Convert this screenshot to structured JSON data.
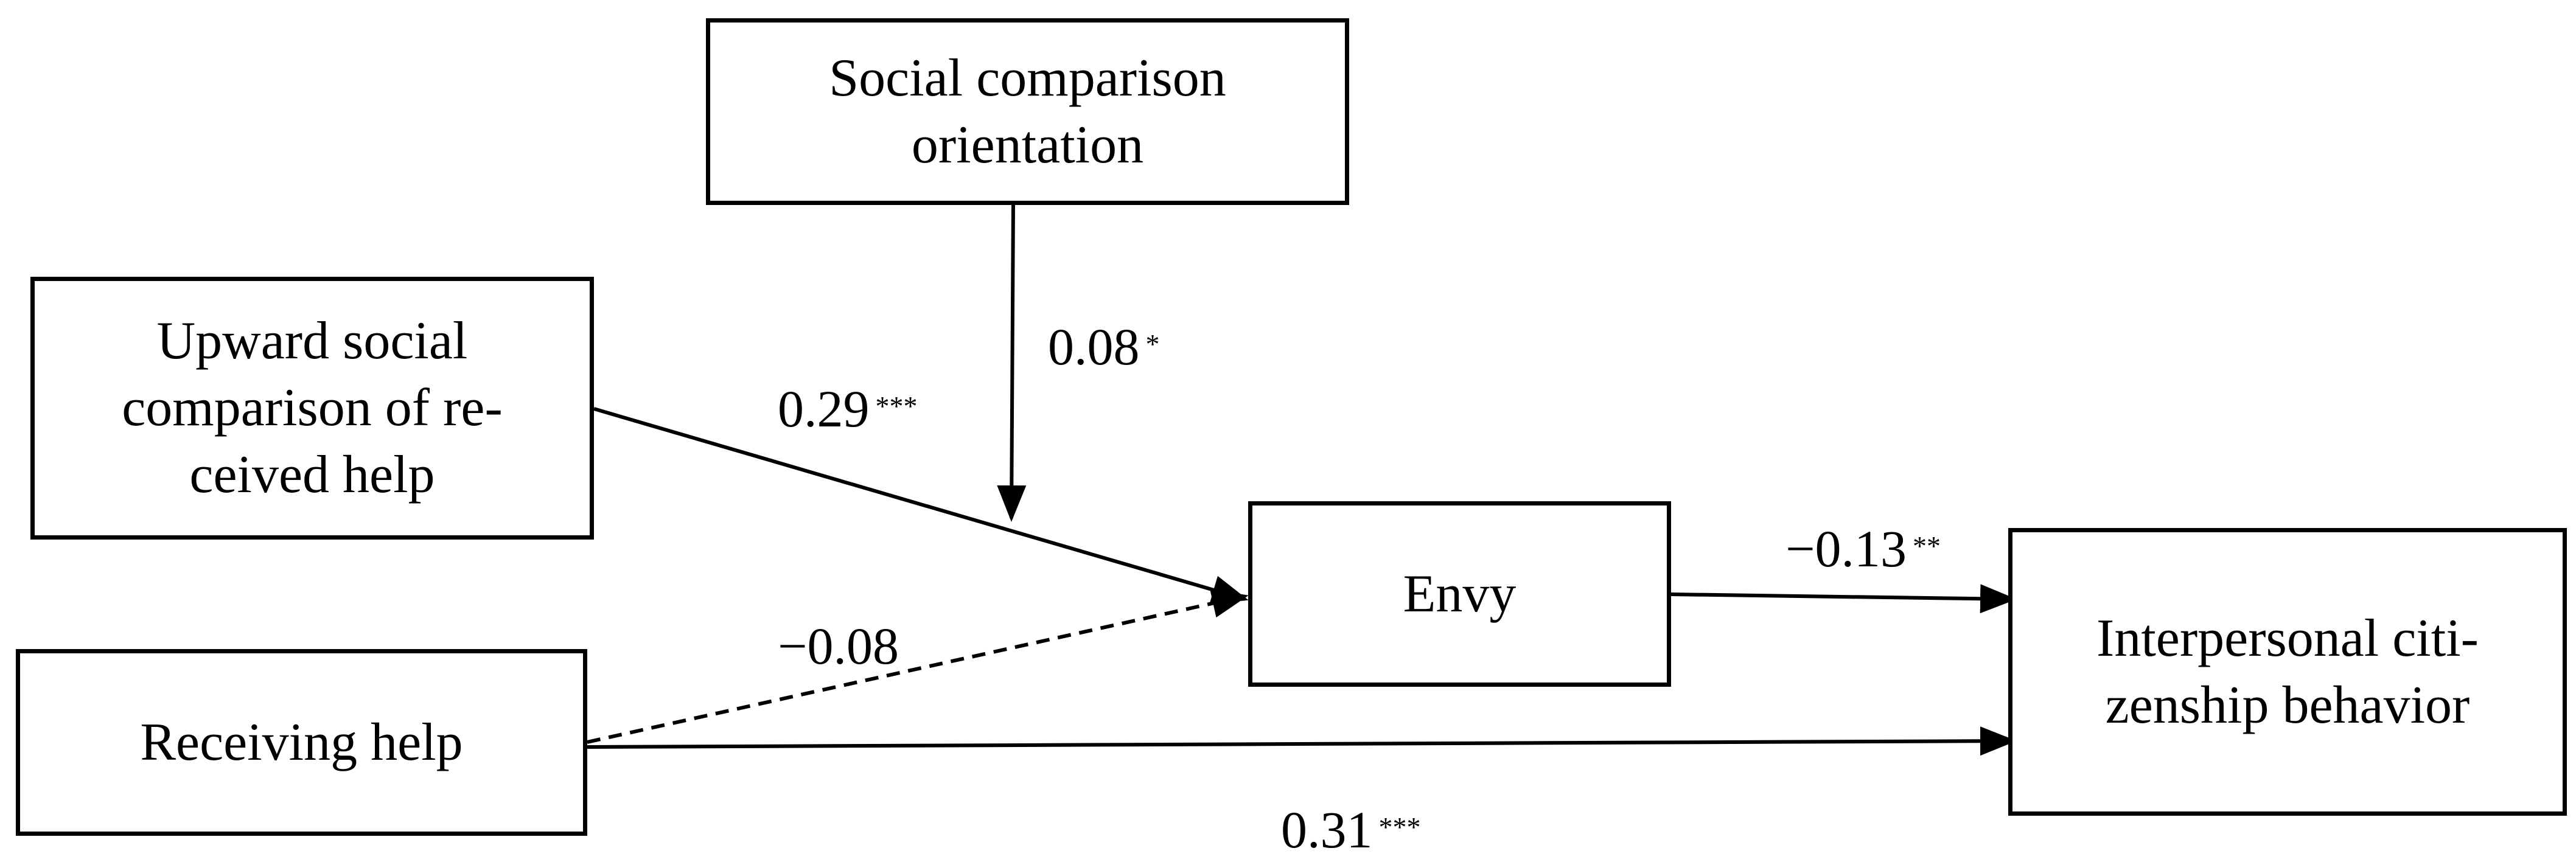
{
  "nodes": {
    "social_comparison_orientation": {
      "lines": [
        "Social comparison",
        "orientation"
      ]
    },
    "upward_social_comparison": {
      "lines": [
        "Upward social",
        "comparison of re-",
        "ceived help"
      ]
    },
    "receiving_help": {
      "lines": [
        "Receiving help"
      ]
    },
    "envy": {
      "lines": [
        "Envy"
      ]
    },
    "interpersonal_citizenship": {
      "lines": [
        "Interpersonal citi-",
        "zenship behavior"
      ]
    }
  },
  "paths": {
    "upward_to_envy": {
      "value": "0.29",
      "sig": "***"
    },
    "moderation": {
      "value": "0.08",
      "sig": "*"
    },
    "receiving_to_envy": {
      "value": "−0.08",
      "sig": ""
    },
    "envy_to_icb": {
      "value": "−0.13",
      "sig": "**"
    },
    "receiving_to_icb": {
      "value": "0.31",
      "sig": "***"
    }
  }
}
